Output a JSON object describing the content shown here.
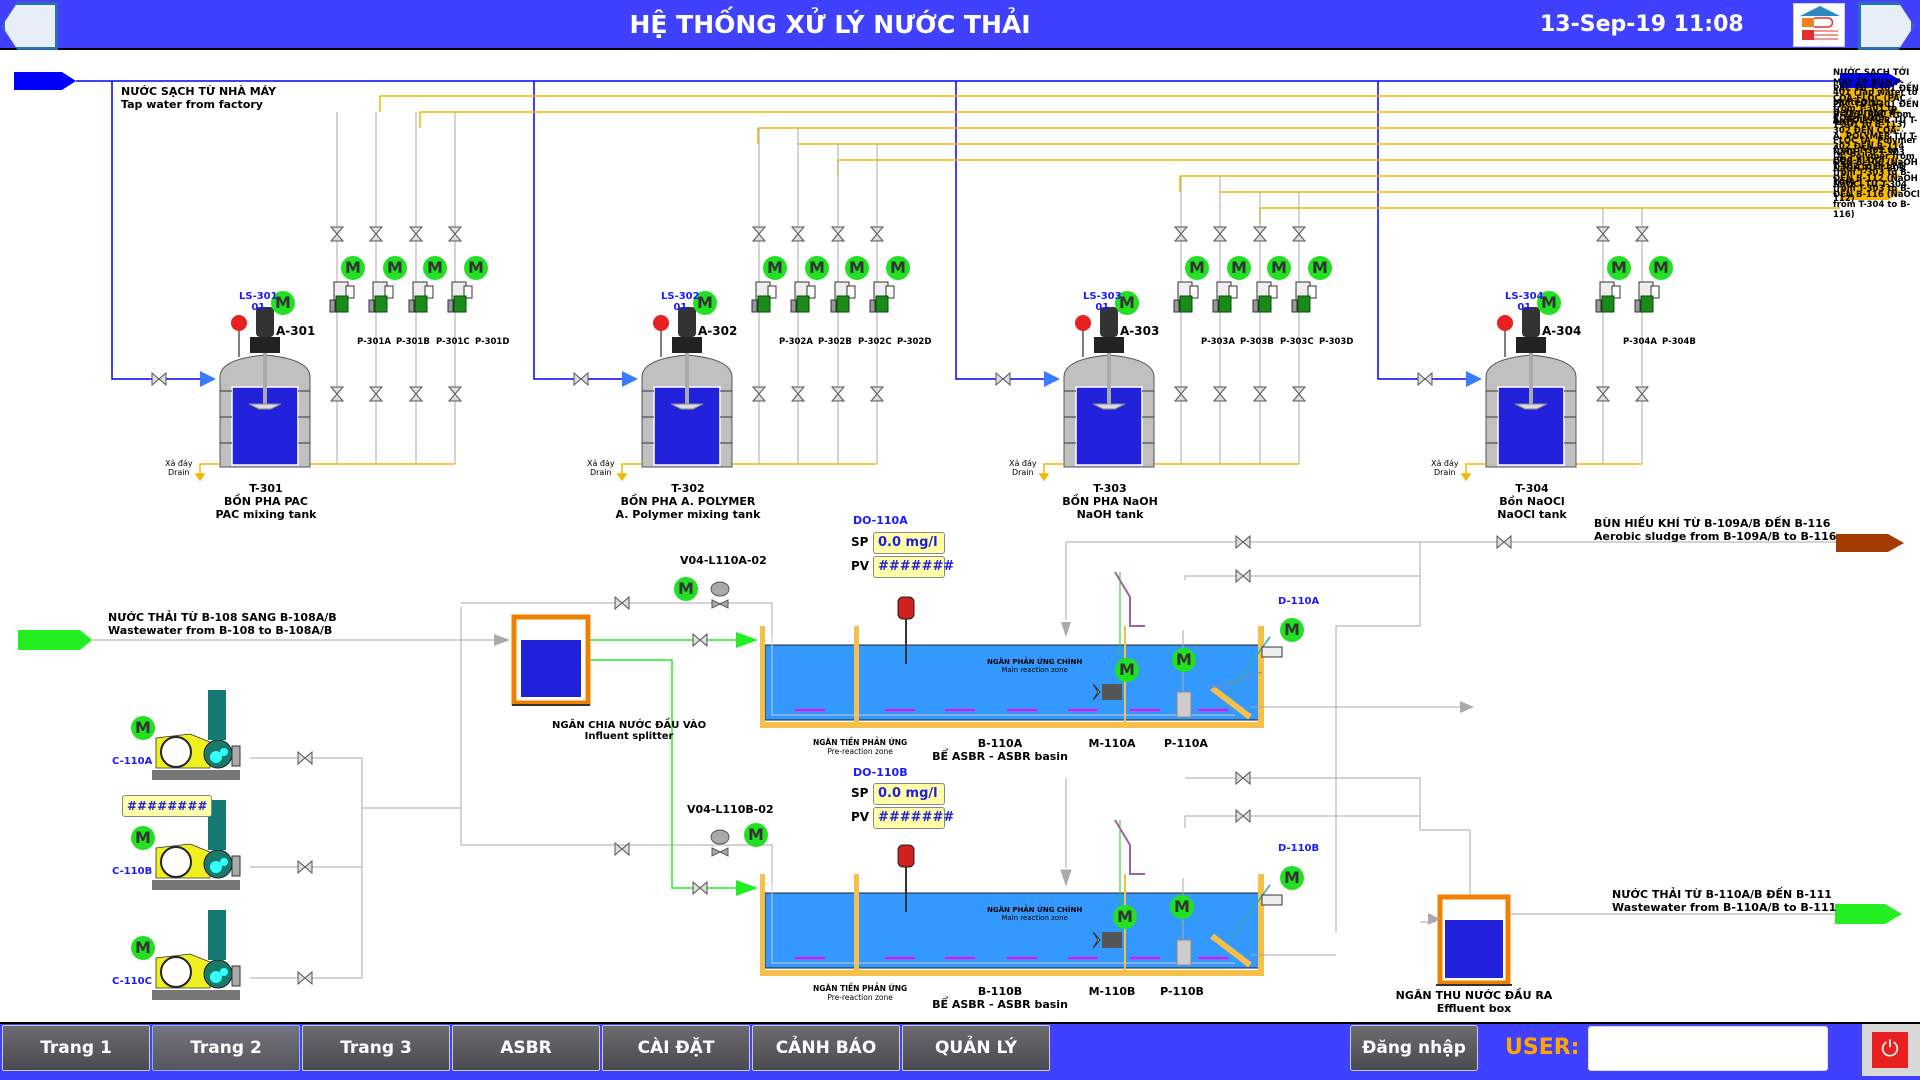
{
  "header": {
    "title": "HỆ THỐNG XỬ LÝ NƯỚC THẢI",
    "datetime": "13-Sep-19 11:08",
    "back_icon": "arrow-left-icon",
    "forward_icon": "arrow-right-icon",
    "logo": "company-logo"
  },
  "colors": {
    "header_bg": "#4040ff",
    "motor_on": "#22e022",
    "level_alarm": "#e82020",
    "chemical_line": "#f5b800",
    "water_line": "#0000ff",
    "wastewater_arrow": "#22ee22",
    "sludge_arrow": "#a33a00",
    "basin_water": "#3399ff",
    "tank_liquid": "#2222dd",
    "user_label": "#ffa500"
  },
  "tap_water": {
    "line1": "NƯỚC SẠCH TỪ NHÀ MÁY",
    "line2": "Tap water from factory"
  },
  "outlets": [
    {
      "label": "NƯỚC SẠCH TỚI MÁY ÉP BÙN F-401 (Tap water to Multi-Disc Dehydrator F-401)",
      "type": "water"
    },
    {
      "label": "PAC TỪ T-301 ĐẾN COA-FLOC (PAC from T-301 to COA-FLOC)",
      "type": "chemical"
    },
    {
      "label": "PAC TỪ T-301 ĐẾN B-113 (PAC from T-301 to B-113)",
      "type": "chemical"
    },
    {
      "label": "A. POLYMER TỪ T-302 ĐẾN COA-FLOC (A. Polymer from T-302 to COA-FLOC)",
      "type": "chemical"
    },
    {
      "label": "A. POLYMER TỪ T-302 ĐẾN B-114 (A. Polymer from T-302 to B-114)",
      "type": "chemical"
    },
    {
      "label": "NaOH TỪ T-303 ĐẾN B-106 (NaOH from T-303 to B-106)",
      "type": "chemical"
    },
    {
      "label": "NaOH TỪ T-303 ĐẾN B-112 (NaOH from T-303 to B-112)",
      "type": "chemical"
    },
    {
      "label": "NaOCl TỪ T-304 ĐẾN B-116 (NaOCl from T-304 to B-116)",
      "type": "chemical"
    }
  ],
  "tanks": [
    {
      "id": "T-301",
      "name_vi": "BỒN PHA PAC",
      "name_en": "PAC mixing tank",
      "level_switch": "LS-301",
      "level_switch_sub": "01",
      "agitator": "A-301",
      "drain_vi": "Xả đáy",
      "drain_en": "Drain",
      "pumps": [
        "P-301A",
        "P-301B",
        "P-301C",
        "P-301D"
      ]
    },
    {
      "id": "T-302",
      "name_vi": "BỒN PHA A. POLYMER",
      "name_en": "A. Polymer mixing tank",
      "level_switch": "LS-302",
      "level_switch_sub": "01",
      "agitator": "A-302",
      "drain_vi": "Xả đáy",
      "drain_en": "Drain",
      "pumps": [
        "P-302A",
        "P-302B",
        "P-302C",
        "P-302D"
      ]
    },
    {
      "id": "T-303",
      "name_vi": "BỒN PHA NaOH",
      "name_en": "NaOH tank",
      "level_switch": "LS-303",
      "level_switch_sub": "01",
      "agitator": "A-303",
      "drain_vi": "Xả đáy",
      "drain_en": "Drain",
      "pumps": [
        "P-303A",
        "P-303B",
        "P-303C",
        "P-303D"
      ]
    },
    {
      "id": "T-304",
      "name_vi": "Bồn NaOCl",
      "name_en": "NaOCl tank",
      "level_switch": "LS-304",
      "level_switch_sub": "01",
      "agitator": "A-304",
      "drain_vi": "Xả đáy",
      "drain_en": "Drain",
      "pumps": [
        "P-304A",
        "P-304B"
      ]
    }
  ],
  "motor_label": "M",
  "sludge": {
    "line1": "BÙN HIẾU KHÍ TỪ B-109A/B ĐẾN B-116",
    "line2": "Aerobic sludge from B-109A/B to B-116"
  },
  "influent": {
    "line1": "NƯỚC THẢI TỪ B-108 SANG B-108A/B",
    "line2": "Wastewater from B-108 to B-108A/B"
  },
  "splitter": {
    "line1": "NGĂN CHIA NƯỚC ĐẦU VÀO",
    "line2": "Influent splitter"
  },
  "effluent_box": {
    "line1": "NGĂN THU NƯỚC ĐẦU RA",
    "line2": "Effluent box"
  },
  "effluent": {
    "line1": "NƯỚC THẢI TỪ B-110A/B ĐẾN B-111",
    "line2": "Wastewater from B-110A/B to B-111"
  },
  "blowers": [
    {
      "id": "C-110A"
    },
    {
      "id": "C-110B",
      "display": "########"
    },
    {
      "id": "C-110C"
    }
  ],
  "basins": [
    {
      "valve": "V04-L110A-02",
      "do_tag": "DO-110A",
      "sp_label": "SP",
      "sp_value": "0.0 mg/l",
      "pv_label": "PV",
      "pv_value": "#######",
      "main_zone_vi": "NGĂN PHẢN ỨNG CHÍNH",
      "main_zone_en": "Main reaction zone",
      "pre_zone_vi": "NGĂN TIỀN PHẢN ỨNG",
      "pre_zone_en": "Pre-reaction zone",
      "id": "B-110A",
      "name": "BỂ ASBR - ASBR basin",
      "mixer": "M-110A",
      "pump": "P-110A",
      "decanter": "D-110A"
    },
    {
      "valve": "V04-L110B-02",
      "do_tag": "DO-110B",
      "sp_label": "SP",
      "sp_value": "0.0 mg/l",
      "pv_label": "PV",
      "pv_value": "#######",
      "main_zone_vi": "NGĂN PHẢN ỨNG CHÍNH",
      "main_zone_en": "Main reaction zone",
      "pre_zone_vi": "NGĂN TIỀN PHẢN ỨNG",
      "pre_zone_en": "Pre-reaction zone",
      "id": "B-110B",
      "name": "BỂ ASBR - ASBR basin",
      "mixer": "M-110B",
      "pump": "P-110B",
      "decanter": "D-110B"
    }
  ],
  "footer": {
    "tabs": [
      "Trang 1",
      "Trang 2",
      "Trang 3",
      "ASBR",
      "CÀI ĐẶT",
      "CẢNH BÁO",
      "QUẢN LÝ"
    ],
    "active_tab": "Trang 2",
    "login_label": "Đăng nhập",
    "user_label": "USER:",
    "user_value": "",
    "power_icon": "power-icon"
  }
}
